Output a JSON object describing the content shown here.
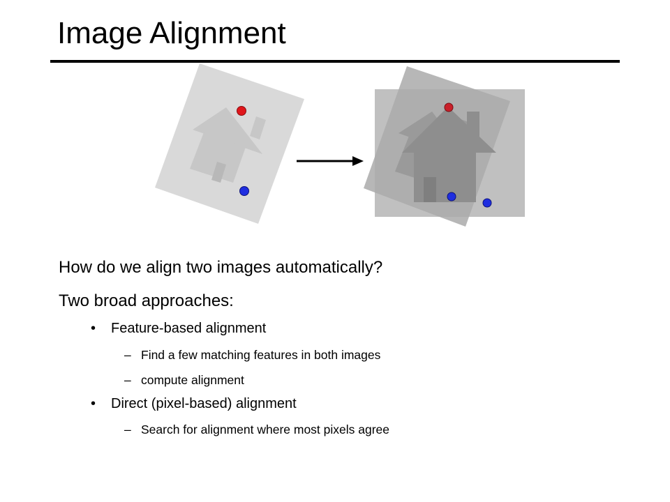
{
  "slide": {
    "title": "Image Alignment",
    "questions": [
      "How do we align two images automatically?",
      "Two broad approaches:"
    ],
    "approaches": [
      {
        "bullet": "•",
        "label": "Feature-based alignment",
        "subitems": [
          "Find a few matching features in both images",
          "compute alignment"
        ]
      },
      {
        "bullet": "•",
        "label": "Direct (pixel-based) alignment",
        "subitems": [
          "Search for alignment where most pixels agree"
        ]
      }
    ],
    "dash": "–"
  },
  "figure": {
    "colors": {
      "rotated_image": "#d9d9d9",
      "house_light": "#c4c4c4",
      "square_image": "#c0c0c0",
      "overlap_image": "#a5a5a5",
      "house_dark": "#8a8a8a",
      "red_point": "#e0161b",
      "blue_point": "#1f2ee0",
      "arrow": "#000000"
    },
    "icons": [
      "rotated-image-icon",
      "house-icon",
      "arrow-right-icon",
      "feature-point-icon"
    ]
  }
}
